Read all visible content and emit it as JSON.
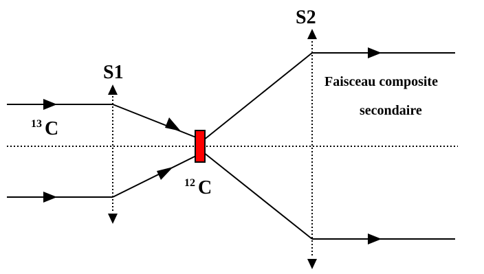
{
  "labels": {
    "separator_1": "S1",
    "separator_2": "S2",
    "target_isotope_mass": "12",
    "target_isotope_element": "C",
    "incident_isotope_mass": "13",
    "incident_isotope_element": "C",
    "output_beam_line_1": "Faisceau composite",
    "output_beam_line_2": "secondaire"
  },
  "colors": {
    "target": "#ff0000",
    "line": "#000000"
  },
  "icons": {
    "arrow": "arrowhead-icon"
  }
}
